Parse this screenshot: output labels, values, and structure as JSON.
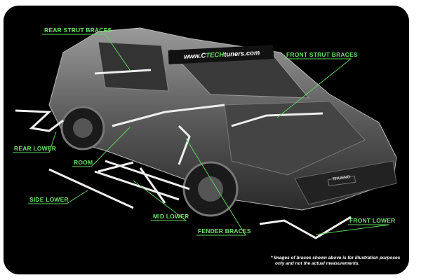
{
  "banner": {
    "prefix": "www.C",
    "brand": "TECH",
    "suffix": "tuners.com"
  },
  "labels": {
    "rear_strut": "REAR STRUT BRACES",
    "front_strut": "FRONT STRUT BRACES",
    "rear_lower": "REAR LOWER",
    "room": "ROOM",
    "side_lower": "SIDE LOWER",
    "mid_lower": "MID LOWER",
    "fender": "FENDER BRACES",
    "front_lower": "FRONT LOWER"
  },
  "plate": "TRUENO",
  "note": {
    "line1": "* Images of braces shown above is for illustration purposes",
    "line2": "only and not the actual measurements."
  },
  "colors": {
    "accent": "#6fe06a",
    "background": "#000000"
  }
}
